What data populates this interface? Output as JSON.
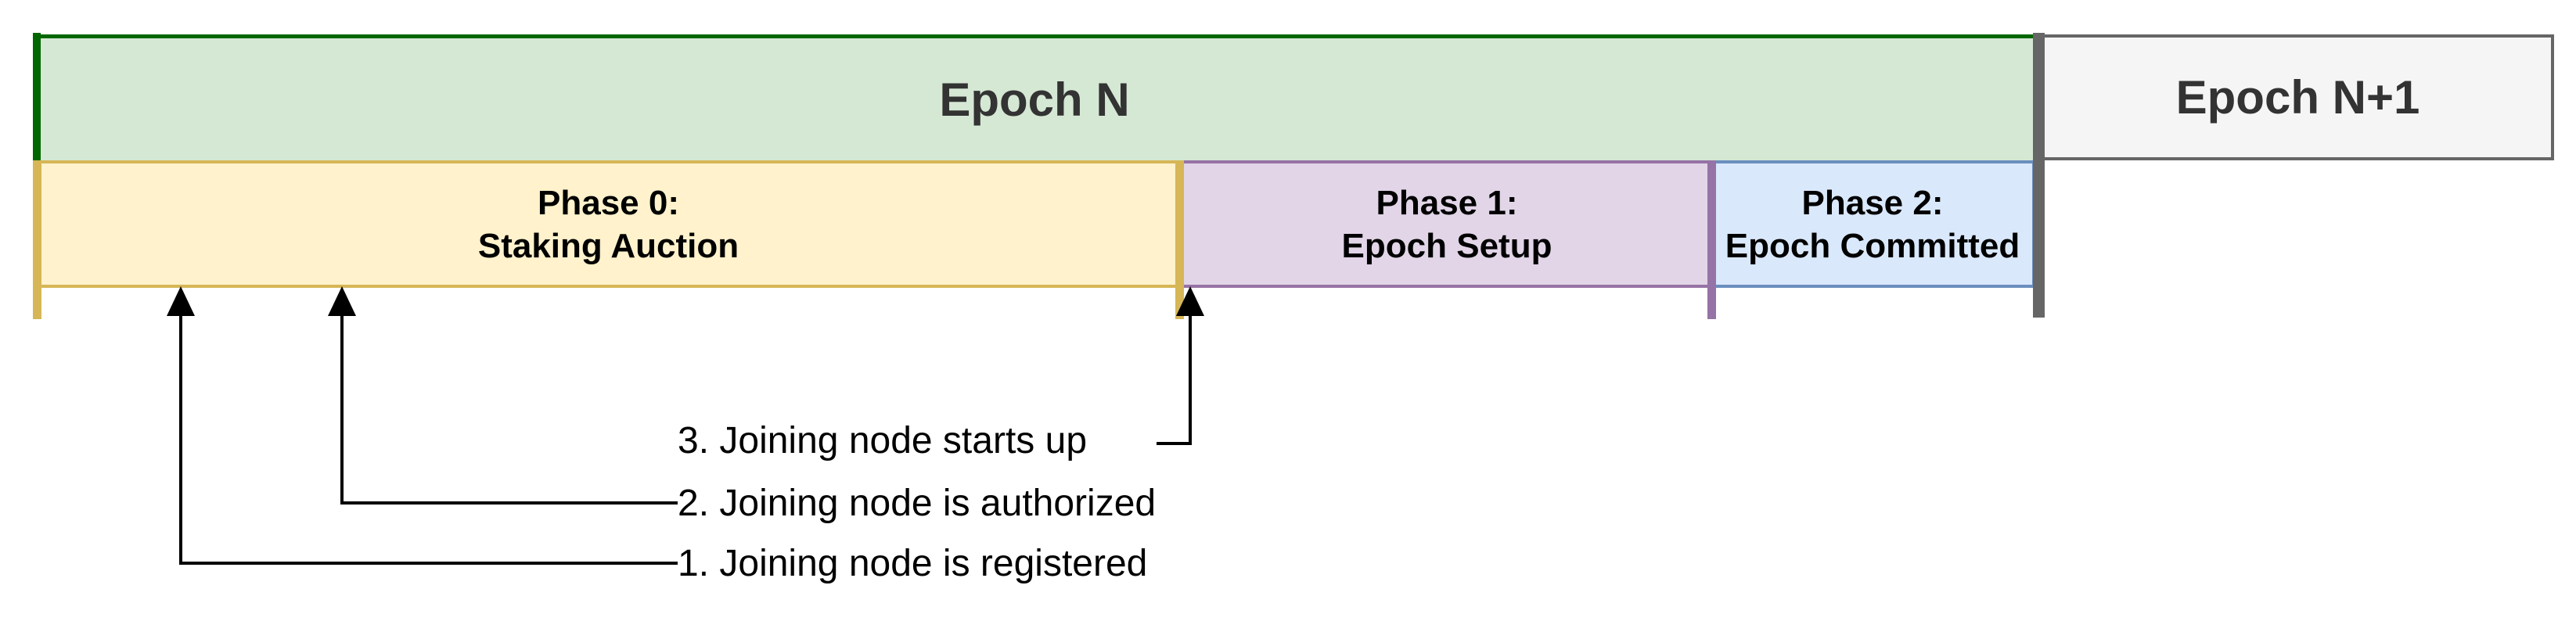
{
  "epochs": [
    {
      "label": "Epoch N"
    },
    {
      "label": "Epoch N+1"
    }
  ],
  "phases": [
    {
      "line1": "Phase 0:",
      "line2": "Staking Auction"
    },
    {
      "line1": "Phase 1:",
      "line2": "Epoch Setup"
    },
    {
      "line1": "Phase 2:",
      "line2": "Epoch Committed"
    }
  ],
  "annotations": [
    {
      "label": "1. Joining node is registered"
    },
    {
      "label": "2. Joining node is authorized"
    },
    {
      "label": "3. Joining node starts up"
    }
  ],
  "colors": {
    "green-fill": "#d5e8d4",
    "green-border": "#006600",
    "yellow-fill": "#fff2cc",
    "yellow-border": "#d6b656",
    "purple-fill": "#e1d5e7",
    "purple-border": "#9673a6",
    "blue-fill": "#dae8fc",
    "blue-border": "#6c8ebf",
    "gray-fill": "#f5f5f5",
    "gray-border": "#666666",
    "epoch-text": "#333333",
    "phase-text": "#000000",
    "label-text": "#000000",
    "arrow-color": "#000000"
  }
}
